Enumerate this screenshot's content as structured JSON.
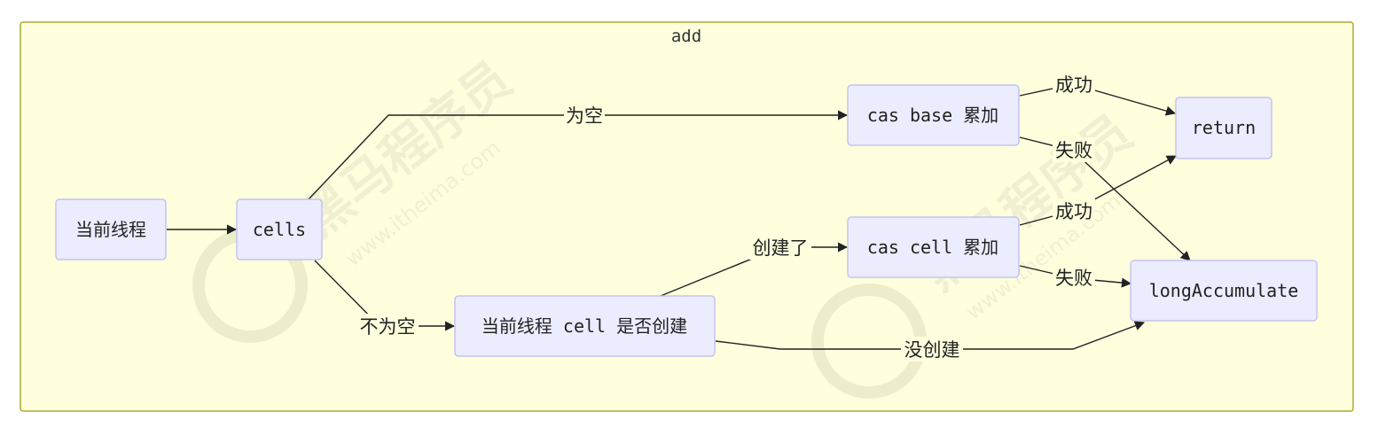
{
  "cluster": {
    "title": "add"
  },
  "nodes": {
    "current_thread": "当前线程",
    "cells": "cells",
    "cas_base": "cas base 累加",
    "cell_created_check": "当前线程 cell 是否创建",
    "cas_cell": "cas cell 累加",
    "return": "return",
    "long_accumulate": "longAccumulate"
  },
  "edges": {
    "cells_empty": "为空",
    "cells_not_empty": "不为空",
    "created": "创建了",
    "not_created": "没创建",
    "base_success": "成功",
    "base_fail": "失败",
    "cell_success": "成功",
    "cell_fail": "失败"
  },
  "watermark": {
    "brand": "黑马程序员",
    "url": "www.itheima.com",
    "tm": "™"
  },
  "colors": {
    "cluster_fill": "#ffffde",
    "cluster_stroke": "#aaaa33",
    "node_fill": "#ececff",
    "node_stroke": "#c4c4f0",
    "edge": "#222222"
  }
}
